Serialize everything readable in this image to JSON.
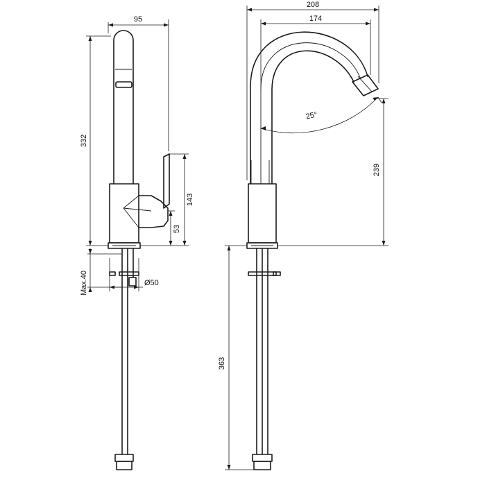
{
  "dimensions": {
    "side_width": "95",
    "side_height_total": "332",
    "lever_height": "143",
    "base_to_lever": "53",
    "max_thickness": "Max.40",
    "hole_diameter": "Ø50",
    "front_width": "208",
    "spout_reach": "174",
    "spout_angle": "25°",
    "spout_height": "239",
    "hose_length": "363"
  }
}
